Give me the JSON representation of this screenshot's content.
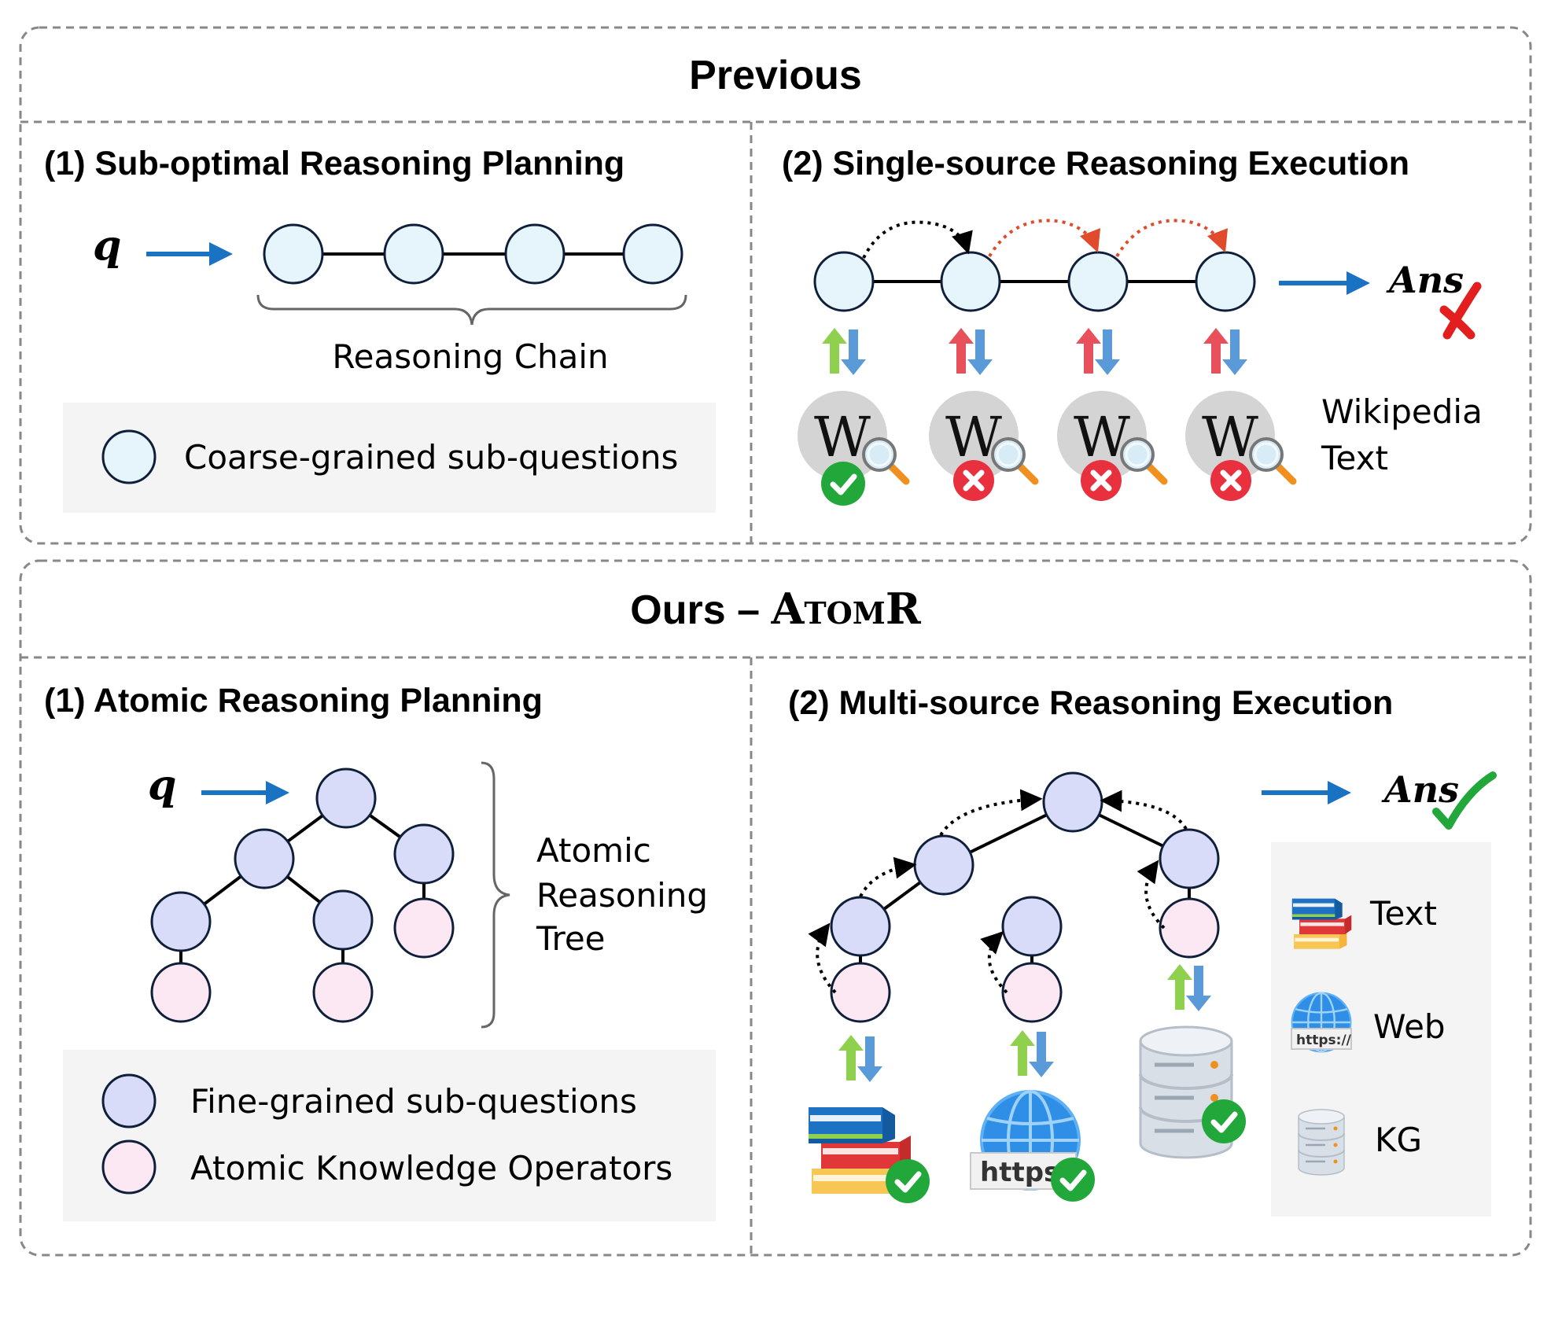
{
  "colors": {
    "node_blue": "#e6f4fc",
    "node_lavender": "#d9dcf9",
    "node_pink": "#fbe8f3",
    "arrow_blue": "#1a73c2",
    "cross_red": "#e31e1e",
    "check_green": "#22a83a",
    "legend_bg": "#f4f4f4"
  },
  "previous": {
    "title": "Previous",
    "planning": {
      "heading": "(1) Sub-optimal Reasoning Planning",
      "q": "q",
      "chain_label": "Reasoning Chain",
      "legend": "Coarse-grained sub-questions"
    },
    "execution": {
      "heading": "(2) Single-source Reasoning Execution",
      "answer": "Ans",
      "source_glyph": "W",
      "source_label_line1": "Wikipedia",
      "source_label_line2": "Text",
      "retrieval_results": [
        "success",
        "fail",
        "fail",
        "fail"
      ]
    }
  },
  "ours": {
    "title_prefix": "Ours – ",
    "title_first": "A",
    "title_small": "TOM",
    "title_last": "R",
    "planning": {
      "heading": "(1) Atomic Reasoning Planning",
      "q": "q",
      "tree_label_line1": "Atomic",
      "tree_label_line2": "Reasoning",
      "tree_label_line3": "Tree",
      "legend_fine": "Fine-grained sub-questions",
      "legend_atomic": "Atomic Knowledge Operators"
    },
    "execution": {
      "heading": "(2) Multi-source Reasoning Execution",
      "answer": "Ans",
      "https_text": "https:",
      "legend_https_text": "https://",
      "sources": [
        "Text",
        "Web",
        "KG"
      ]
    }
  }
}
